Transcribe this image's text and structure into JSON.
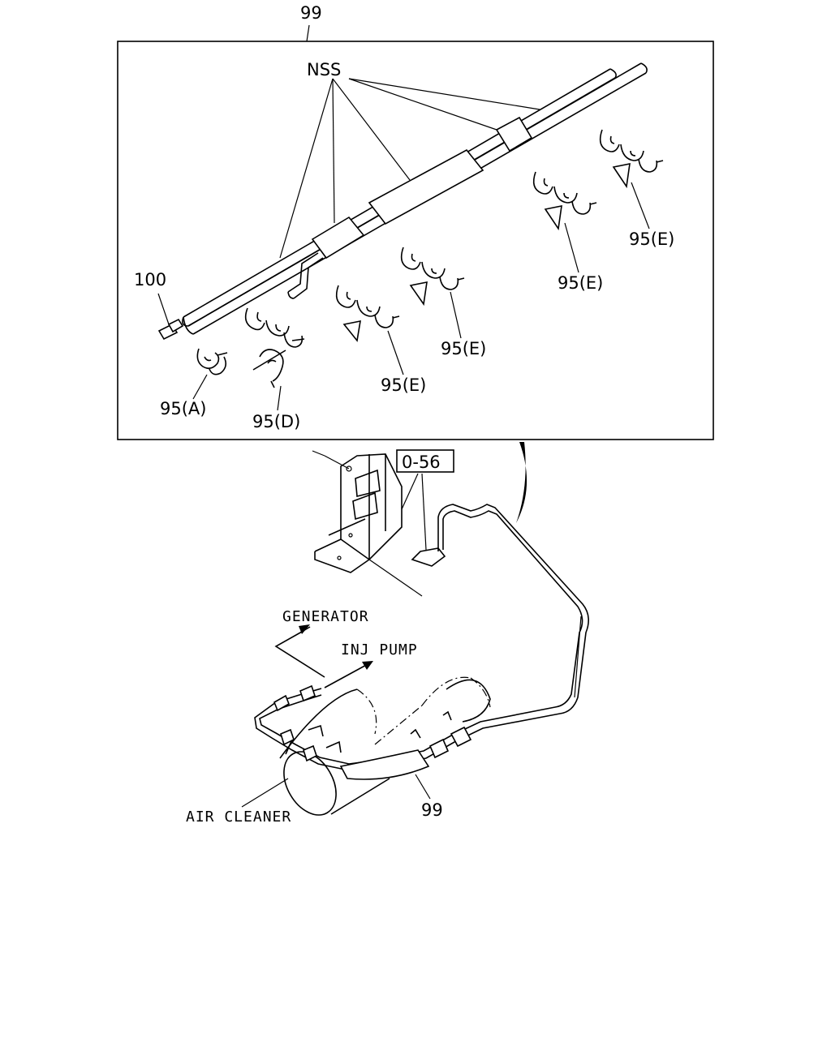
{
  "labels": {
    "assembly_top": "99",
    "nss": "NSS",
    "part_100": "100",
    "clip_a": "95(A)",
    "clip_d": "95(D)",
    "clip_e1": "95(E)",
    "clip_e2": "95(E)",
    "clip_e3": "95(E)",
    "clip_e4": "95(E)",
    "ref_box": "0-56",
    "generator": "GENERATOR",
    "inj_pump": "INJ PUMP",
    "air_cleaner": "AIR CLEANER",
    "assembly_bottom": "99"
  }
}
